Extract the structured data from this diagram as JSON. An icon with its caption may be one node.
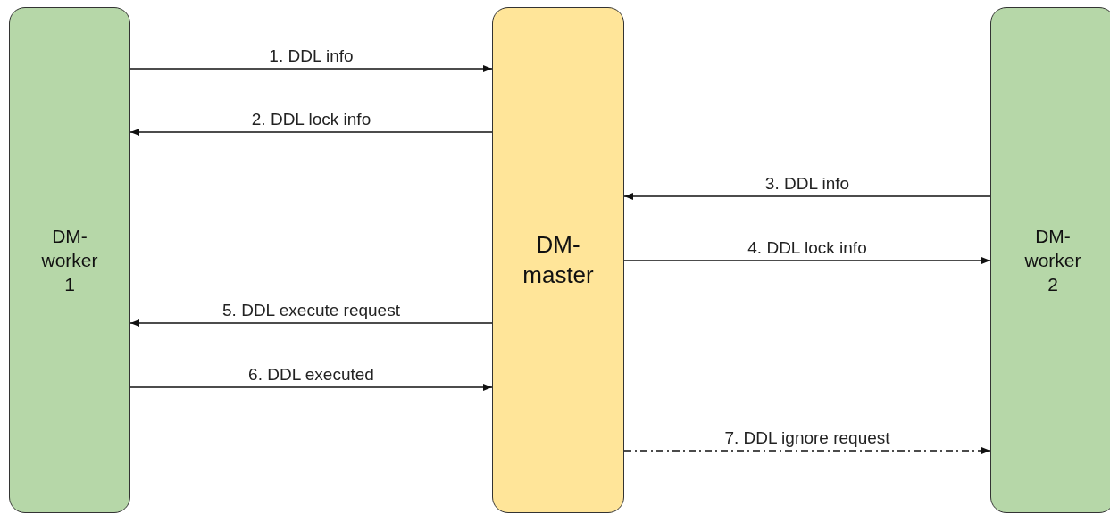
{
  "diagram": {
    "nodes": [
      {
        "text": [
          "DM- worker 1"
        ]
      },
      {
        "text": [
          "DM- master"
        ]
      },
      {
        "text": [
          "DM- worker 2"
        ]
      }
    ],
    "edges": [
      {
        "from": 0,
        "to": 1,
        "arrow": "to",
        "label": "1. DDL info"
      },
      {
        "from": 1,
        "to": 0,
        "arrow": "to",
        "label": "2. DDL lock info"
      },
      {
        "from": 2,
        "to": 1,
        "arrow": "to",
        "label": "3. DDL info"
      },
      {
        "from": 1,
        "to": 2,
        "arrow": "to",
        "label": "4. DDL lock info"
      },
      {
        "from": 1,
        "to": 0,
        "arrow": "to",
        "label": "5. DDL execute request"
      },
      {
        "from": 0,
        "to": 1,
        "arrow": "to",
        "label": "6. DDL executed"
      },
      {
        "from": 1,
        "to": 2,
        "arrow": "to",
        "label": "7. DDL ignore request",
        "style": "dashed"
      }
    ]
  }
}
